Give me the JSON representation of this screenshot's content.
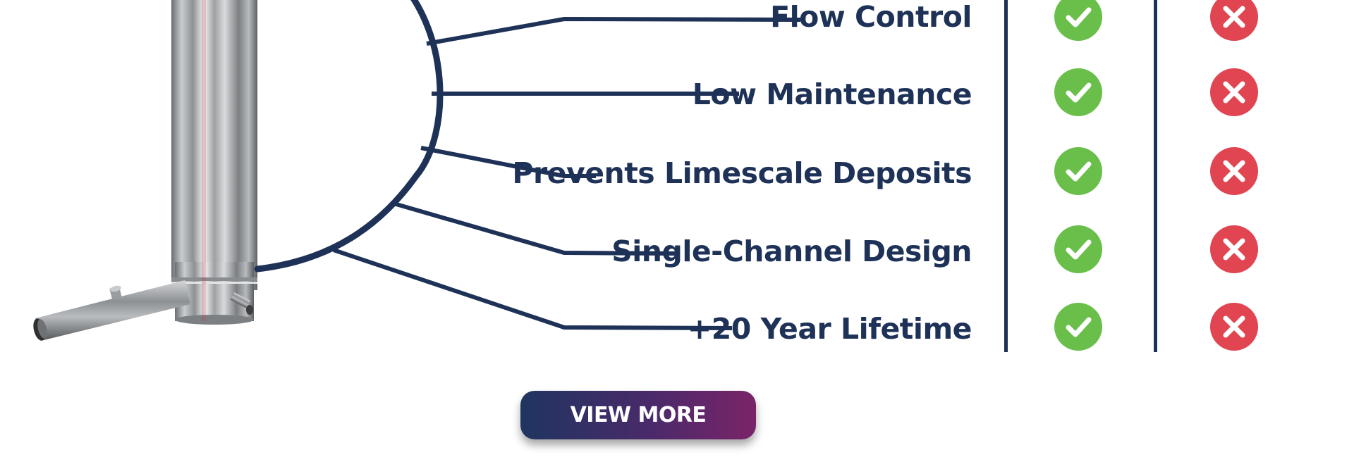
{
  "features": [
    {
      "label": "Flow Control",
      "ours": "check",
      "theirs": "cross"
    },
    {
      "label": "Low Maintenance",
      "ours": "check",
      "theirs": "cross"
    },
    {
      "label": "Prevents Limescale Deposits",
      "ours": "check",
      "theirs": "cross"
    },
    {
      "label": "Single-Channel Design",
      "ours": "check",
      "theirs": "cross"
    },
    {
      "label": "+20 Year Lifetime",
      "ours": "check",
      "theirs": "cross"
    }
  ],
  "icons": {
    "check": "check-circle-icon",
    "cross": "cross-circle-icon"
  },
  "cta": {
    "label": "VIEW MORE"
  },
  "colors": {
    "navy": "#1e3157",
    "check_green": "#6abf4b",
    "cross_red": "#e04551",
    "button_start": "#1f3560",
    "button_end": "#7a2468"
  }
}
